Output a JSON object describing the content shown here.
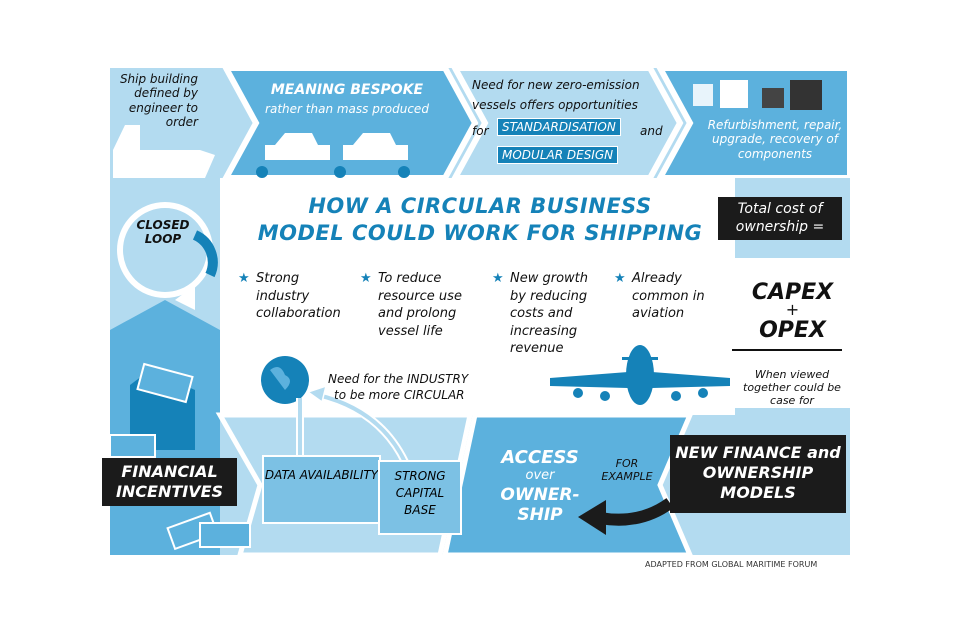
{
  "top": {
    "panel1": "Ship building defined by engineer to order",
    "panel2_title": "MEANING BESPOKE",
    "panel2_sub": "rather than mass produced",
    "panel3_line1": "Need for new zero-emission",
    "panel3_line2": "vessels offers opportunities",
    "panel3_for": "for",
    "panel3_tag1": "STANDARDISATION",
    "panel3_and": "and",
    "panel3_tag2": "MODULAR DESIGN",
    "panel4": "Refurbishment, repair, upgrade, recovery of components"
  },
  "left": {
    "closed_loop": "CLOSED LOOP",
    "financial": "FINANCIAL INCENTIVES"
  },
  "center": {
    "title_line1": "HOW A CIRCULAR BUSINESS",
    "title_line2": "MODEL COULD WORK FOR SHIPPING",
    "bullets": [
      "Strong industry collaboration",
      "To reduce resource use and prolong vessel life",
      "New growth by reducing costs and increasing revenue",
      "Already common in aviation"
    ],
    "industry_line1": "Need for the INDUSTRY",
    "industry_line2": "to be more CIRCULAR"
  },
  "right": {
    "tco": "Total cost of ownership =",
    "capex": "CAPEX",
    "plus": "+",
    "opex": "OPEX",
    "viewed": "When viewed together could be case for"
  },
  "bottom": {
    "data": "DATA AVAILABILITY",
    "capital": "STRONG CAPITAL BASE",
    "access": "ACCESS",
    "over": "over",
    "ownership": "OWNER-SHIP",
    "example": "FOR EXAMPLE",
    "finance": "NEW FINANCE and OWNERSHIP MODELS"
  },
  "credit": "ADAPTED FROM GLOBAL MARITIME FORUM",
  "colors": {
    "dark": "#1582b8",
    "mid": "#5cb1dd",
    "light": "#b3dbf0"
  }
}
